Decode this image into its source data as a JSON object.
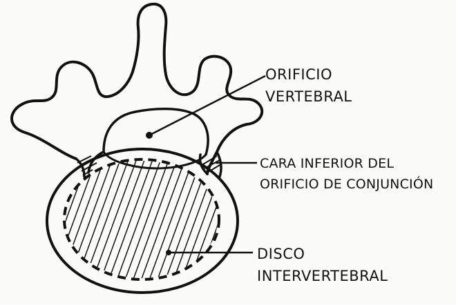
{
  "labels": {
    "orificio_vertebral": [
      "ORIFICIO",
      "VERTEBRAL"
    ],
    "cara_inferior": [
      "CARA INFERIOR DEL",
      "ORIFICIO DE CONJUNCIÓN"
    ],
    "disco": [
      "DISCO",
      "INTERVERTEBRAL"
    ]
  },
  "colors": {
    "ink": "#111111",
    "paper": "#fbfbf9"
  }
}
